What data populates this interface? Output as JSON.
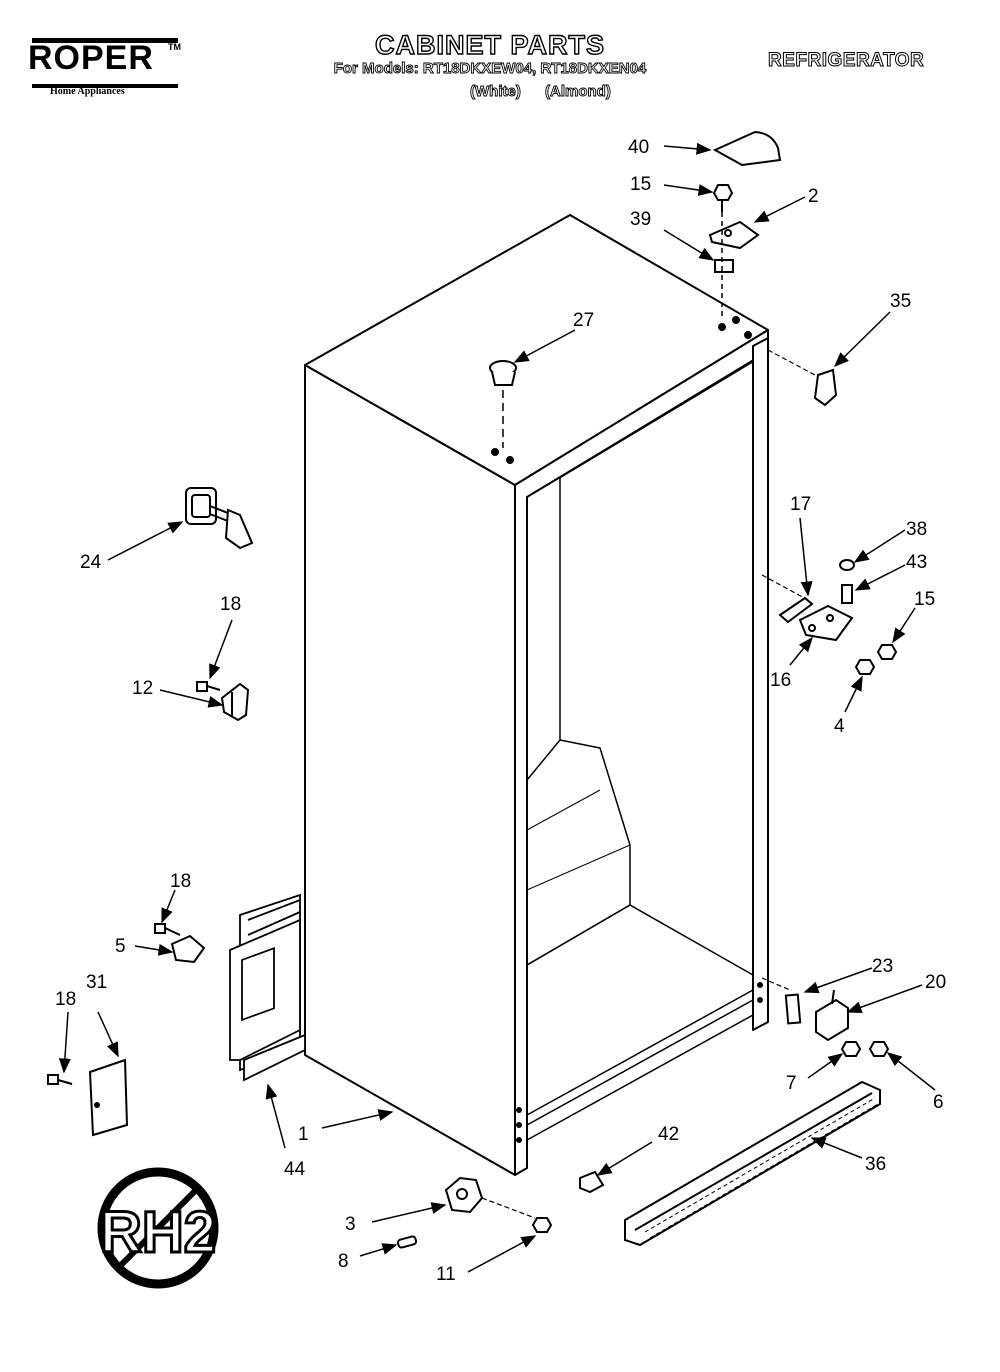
{
  "brand": {
    "name": "ROPER",
    "trademark": "TM",
    "tagline": "Home Appliances"
  },
  "header": {
    "title": "CABINET PARTS",
    "models_line": "For Models: RT18DKXEW04, RT18DKXEN04",
    "color_white": "(White)",
    "color_almond": "(Almond)",
    "appliance": "REFRIGERATOR"
  },
  "seal_text": "RH2",
  "part_labels": {
    "p1": "1",
    "p2": "2",
    "p3": "3",
    "p4": "4",
    "p5": "5",
    "p6": "6",
    "p7": "7",
    "p8": "8",
    "p11": "11",
    "p12": "12",
    "p15a": "15",
    "p15b": "15",
    "p16": "16",
    "p17": "17",
    "p18a": "18",
    "p18b": "18",
    "p18c": "18",
    "p20": "20",
    "p23": "23",
    "p24": "24",
    "p27": "27",
    "p31": "31",
    "p35": "35",
    "p36": "36",
    "p38": "38",
    "p39": "39",
    "p40": "40",
    "p42": "42",
    "p43": "43",
    "p44": "44"
  }
}
